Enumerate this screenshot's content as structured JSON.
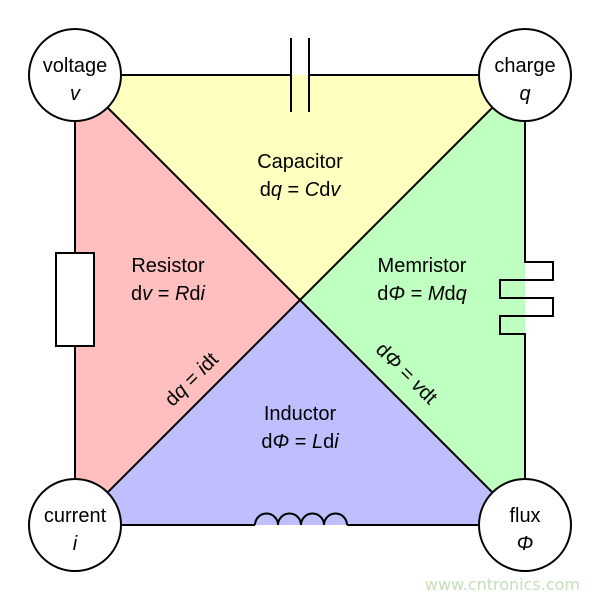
{
  "nodes": {
    "voltage": {
      "name": "voltage",
      "symbol": "v"
    },
    "charge": {
      "name": "charge",
      "symbol": "q"
    },
    "current": {
      "name": "current",
      "symbol": "i"
    },
    "flux": {
      "name": "flux",
      "symbol": "Φ"
    }
  },
  "regions": {
    "capacitor": {
      "title": "Capacitor",
      "eq": [
        {
          "t": "d"
        },
        {
          "t": "q",
          "i": true
        },
        {
          "t": " = "
        },
        {
          "t": "C",
          "i": true
        },
        {
          "t": "d"
        },
        {
          "t": "v",
          "i": true
        }
      ]
    },
    "resistor": {
      "title": "Resistor",
      "eq": [
        {
          "t": "d"
        },
        {
          "t": "v",
          "i": true
        },
        {
          "t": " = "
        },
        {
          "t": "R",
          "i": true
        },
        {
          "t": "d"
        },
        {
          "t": "i",
          "i": true
        }
      ]
    },
    "memristor": {
      "title": "Memristor",
      "eq": [
        {
          "t": "d"
        },
        {
          "t": "Φ",
          "i": true
        },
        {
          "t": " = "
        },
        {
          "t": "M",
          "i": true
        },
        {
          "t": "d"
        },
        {
          "t": "q",
          "i": true
        }
      ]
    },
    "inductor": {
      "title": "Inductor",
      "eq": [
        {
          "t": "d"
        },
        {
          "t": "Φ",
          "i": true
        },
        {
          "t": " = "
        },
        {
          "t": "L",
          "i": true
        },
        {
          "t": "d"
        },
        {
          "t": "i",
          "i": true
        }
      ]
    }
  },
  "diagonals": {
    "left": [
      {
        "t": "d"
      },
      {
        "t": "q",
        "i": true
      },
      {
        "t": " = "
      },
      {
        "t": "i",
        "i": true
      },
      {
        "t": "dt"
      }
    ],
    "right": [
      {
        "t": "d"
      },
      {
        "t": "Φ",
        "i": true
      },
      {
        "t": " = "
      },
      {
        "t": "v",
        "i": true
      },
      {
        "t": "dt"
      }
    ]
  },
  "colors": {
    "capacitor": "#ffffbf",
    "resistor": "#ffbfbf",
    "memristor": "#bfffbf",
    "inductor": "#bfbfff",
    "line": "#000000",
    "watermark": "#c6dfb8"
  },
  "watermark": "www.cntronics.com"
}
